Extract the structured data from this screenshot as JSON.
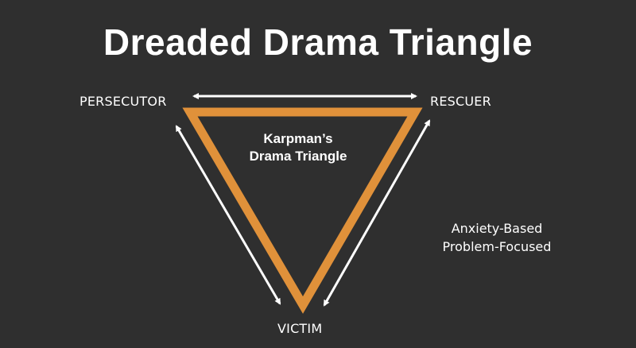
{
  "title": "Dreaded Drama Triangle",
  "roles": {
    "persecutor": "PERSECUTOR",
    "rescuer": "RESCUER",
    "victim": "VICTIM"
  },
  "center_label": {
    "line1": "Karpman’s",
    "line2": "Drama Triangle"
  },
  "side_note": {
    "line1": "Anxiety-Based",
    "line2": "Problem-Focused"
  },
  "colors": {
    "background": "#2f2f2f",
    "triangle": "#e0913a",
    "arrows": "#ffffff",
    "text": "#ffffff"
  }
}
